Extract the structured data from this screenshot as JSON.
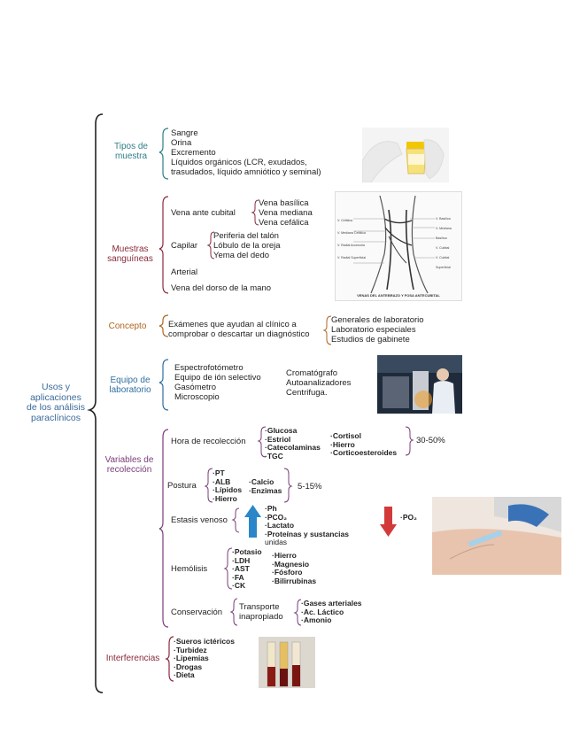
{
  "root": {
    "lines": [
      "Usos y",
      "aplicaciones",
      "de los análisis",
      "paraclínicos"
    ]
  },
  "colors": {
    "teal": "#2f7f87",
    "maroon": "#8a2a3c",
    "orange": "#b0661f",
    "blue": "#2f6f9f",
    "purple": "#7a3d7a",
    "root_blue": "#3a6a9b",
    "black": "#222222",
    "arrow_up": "#2a86c8",
    "arrow_down": "#d23a3a"
  },
  "tipos": {
    "label": [
      "Tipos de",
      "muestra"
    ],
    "items": [
      "Sangre",
      "Orina",
      "Excremento",
      "Líquidos orgánicos (LCR, exudados,",
      "trasudados, líquido amniótico y seminal)"
    ]
  },
  "muestras": {
    "label": [
      "Muestras",
      "sanguíneas"
    ],
    "vena_ante": "Vena ante cubital",
    "vena_ante_items": [
      "Vena basílica",
      "Vena mediana",
      "Vena cefálica"
    ],
    "capilar": "Capilar",
    "capilar_items": [
      "Periferia del talón",
      "Lóbulo de la oreja",
      "Yema del dedo"
    ],
    "arterial": "Arterial",
    "vena_dorso": "Vena del dorso de la mano",
    "diagram": {
      "labels_left": [
        "V. Cefálica",
        "V. Mediana Cefálica",
        "V. Radial Accesoria",
        "V. Radial Superficial"
      ],
      "labels_right": [
        "V. Basílica",
        "V. Mediana Basílica",
        "V. Cubital",
        "V. Cubital Superficial"
      ],
      "caption": "VENAS DEL ANTEBRAZO Y FOSA ANTECUBITAL"
    }
  },
  "concepto": {
    "label": "Concepto",
    "text": [
      "Exámenes que ayudan al clínico a",
      "comprobar o descartar un diagnóstico"
    ],
    "items": [
      "Generales de laboratorio",
      "Laboratorio especiales",
      "Estudios de gabinete"
    ]
  },
  "equipo": {
    "label": [
      "Equipo de",
      "laboratorio"
    ],
    "left": [
      "Espectrofotómetro",
      "Equipo de ión selectivo",
      "Gasómetro",
      "Microscopio"
    ],
    "right": [
      "Cromatógrafo",
      "Autoanalizadores",
      "Centrifuga."
    ]
  },
  "variables": {
    "label": [
      "Variables de",
      "recolección"
    ],
    "hora": "Hora de recolección",
    "hora_col1": [
      "·Glucosa",
      "·Estriol",
      "·Catecolaminas",
      "·TGC"
    ],
    "hora_col2": [
      "·Cortisol",
      "·Hierro",
      "·Corticoesteroides"
    ],
    "hora_pct": "30-50%",
    "postura": "Postura",
    "postura_col1": [
      "·PT",
      "·ALB",
      "·Lípidos",
      "·Hierro"
    ],
    "postura_col2": [
      "·Calcio",
      "·Enzimas"
    ],
    "postura_pct": "5-15%",
    "estasis": "Estasis venoso",
    "estasis_items": [
      "·Ph",
      "·PCO₂",
      "·Lactato",
      "·Proteínas y sustancias",
      "unidas"
    ],
    "po2": "·PO₂",
    "hemolisis": "Hemólisis",
    "hemo_col1": [
      "·Potasio",
      "·LDH",
      "·AST",
      "·FA",
      "·CK"
    ],
    "hemo_col2": [
      "·Hierro",
      "·Magnesio",
      "·Fósforo",
      "·Bilirrubinas"
    ],
    "conservacion": "Conservación",
    "transporte": [
      "Transporte",
      "inapropiado"
    ],
    "trans_items": [
      "·Gases arteriales",
      "·Ac. Láctico",
      "·Amonio"
    ]
  },
  "interferencias": {
    "label": "Interferencias",
    "items": [
      "·Sueros ictéricos",
      "·Turbidez",
      "·Lipemias",
      "·Drogas",
      "·Dieta"
    ]
  }
}
